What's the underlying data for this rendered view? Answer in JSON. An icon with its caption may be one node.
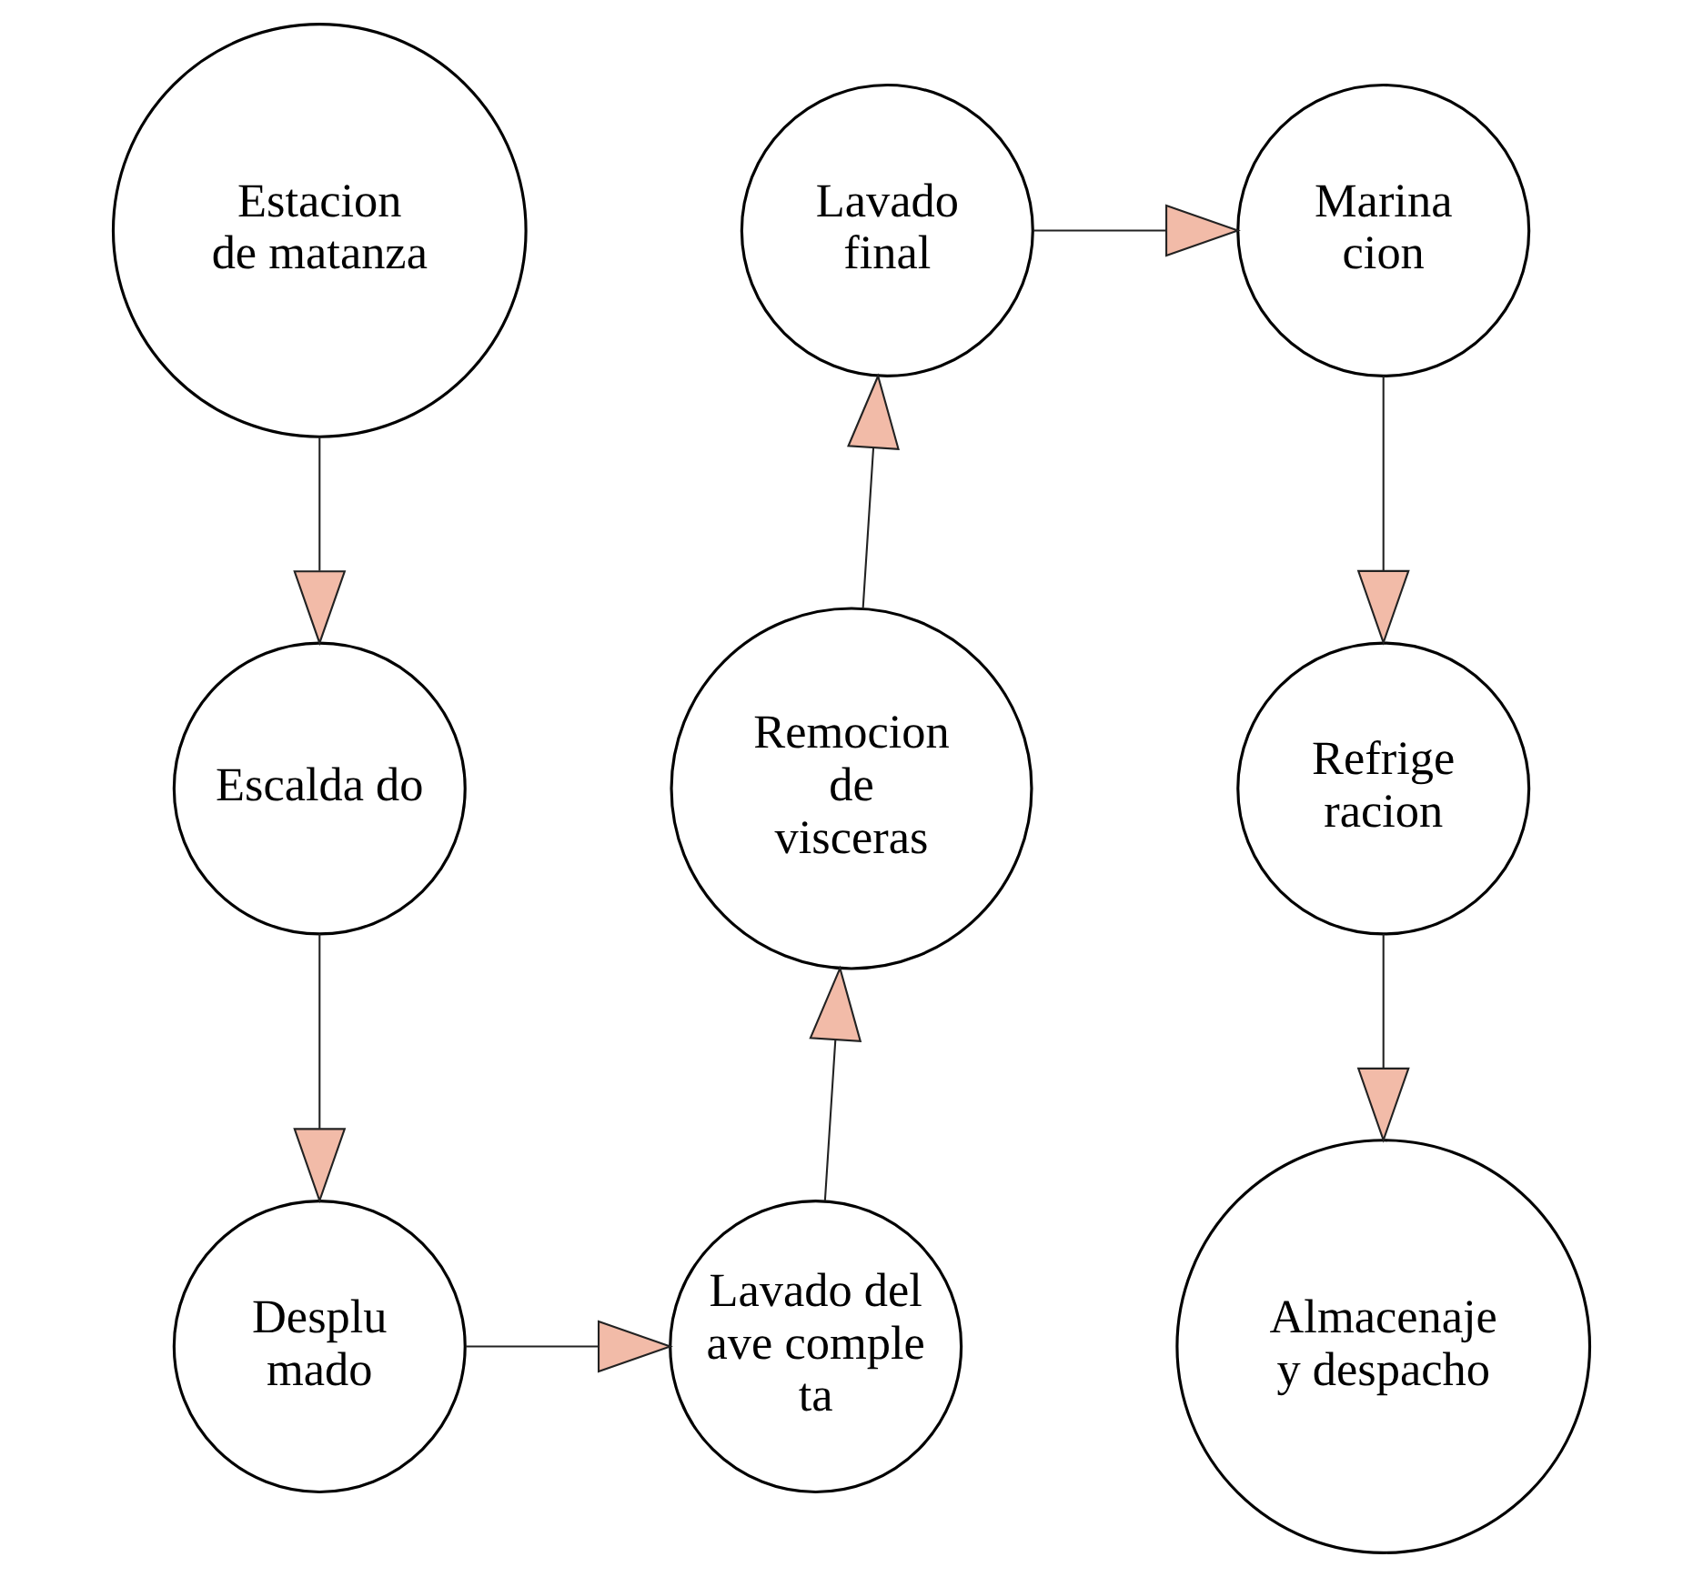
{
  "diagram": {
    "nodes": [
      {
        "text": [
          "Estacion de matanza"
        ]
      },
      {
        "text": [
          "Escalda do"
        ]
      },
      {
        "text": [
          "Desplu mado"
        ]
      },
      {
        "text": [
          "Lavado del ave comple ta"
        ]
      },
      {
        "text": [
          "Remocion de visceras"
        ]
      },
      {
        "text": [
          "Lavado final"
        ]
      },
      {
        "text": [
          "Marina cion"
        ]
      },
      {
        "text": [
          "Refrige racion"
        ]
      },
      {
        "text": [
          "Almacenaje y despacho"
        ]
      }
    ],
    "edges": [
      {
        "from": 0,
        "to": 1,
        "arrow": "to"
      },
      {
        "from": 1,
        "to": 2,
        "arrow": "to"
      },
      {
        "from": 2,
        "to": 3,
        "arrow": "to"
      },
      {
        "from": 3,
        "to": 4,
        "arrow": "to"
      },
      {
        "from": 4,
        "to": 5,
        "arrow": "to"
      },
      {
        "from": 5,
        "to": 6,
        "arrow": "to"
      },
      {
        "from": 6,
        "to": 7,
        "arrow": "to"
      },
      {
        "from": 7,
        "to": 8,
        "arrow": "to"
      }
    ]
  }
}
